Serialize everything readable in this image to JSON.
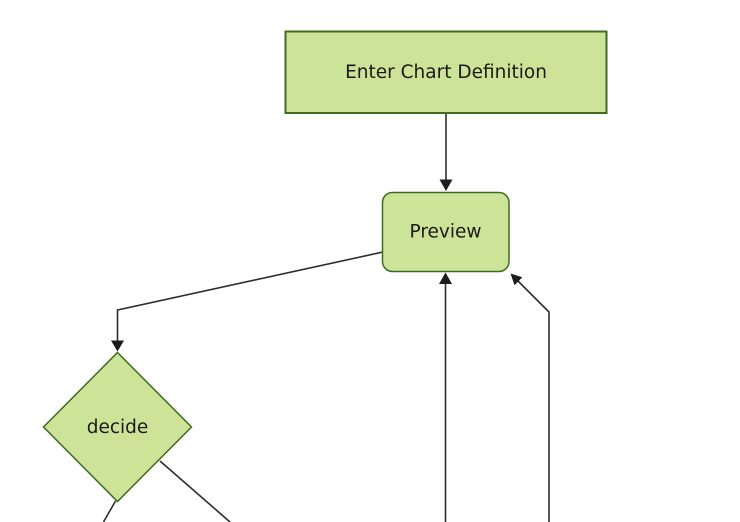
{
  "diagram": {
    "type": "flowchart",
    "direction": "top-down",
    "nodes": [
      {
        "id": "enter-chart-definition",
        "shape": "rectangle",
        "label": "Enter Chart Definition"
      },
      {
        "id": "preview",
        "shape": "rounded-rectangle",
        "label": "Preview"
      },
      {
        "id": "decide",
        "shape": "diamond",
        "label": "decide"
      }
    ],
    "edges": [
      {
        "from": "enter-chart-definition",
        "to": "preview",
        "arrowhead": true
      },
      {
        "from": "preview",
        "to": "decide",
        "arrowhead": true
      },
      {
        "from": "below-viewport-middle",
        "to": "preview",
        "arrowhead": true
      },
      {
        "from": "below-viewport-right",
        "to": "preview",
        "arrowhead": true
      },
      {
        "from": "decide",
        "to": "below-viewport-left",
        "arrowhead": false
      },
      {
        "from": "decide",
        "to": "below-viewport-center",
        "arrowhead": false
      }
    ],
    "colors": {
      "background": "#ffffff",
      "node_fill": "#cde498",
      "node_border": "#3f6a21",
      "edge_line": "#2d2d2d",
      "arrowhead": "#1c1c1c",
      "label_text": "#1a1a1a"
    }
  }
}
